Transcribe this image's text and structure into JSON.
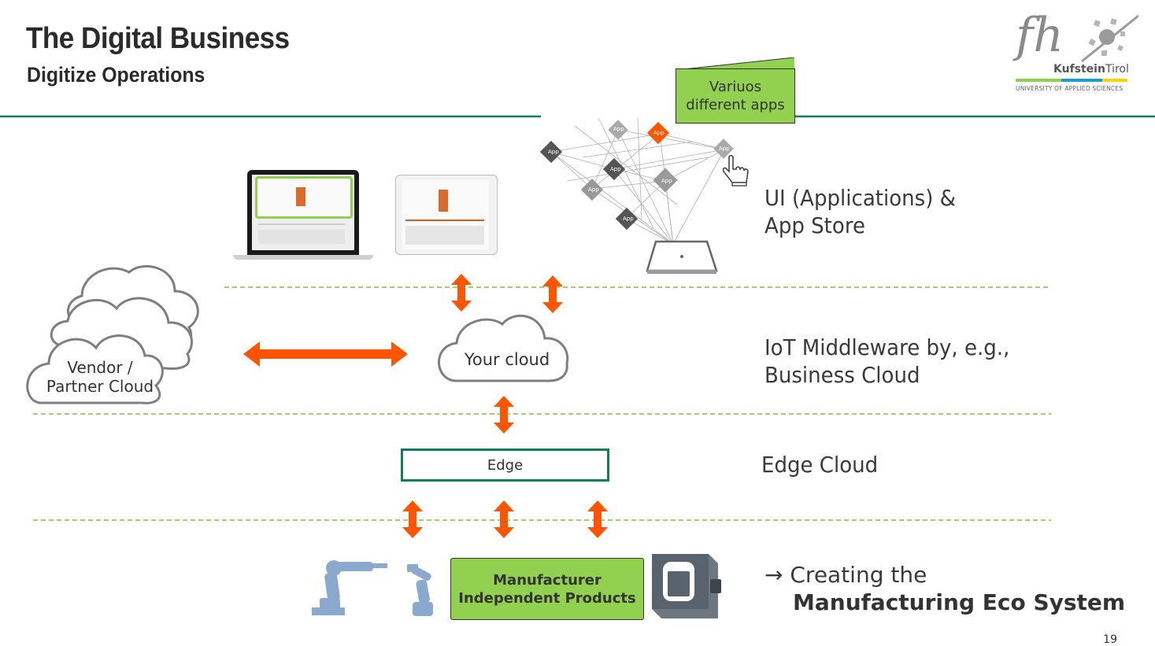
{
  "header": {
    "title": "The Digital Business",
    "subtitle": "Digitize Operations"
  },
  "logo": {
    "mark": "fh",
    "name_bold": "Kufstein",
    "name_regular": "Tirol",
    "tagline": "UNIVERSITY OF APPLIED SCIENCES"
  },
  "callout": {
    "line1": "Variuos",
    "line2": "different apps"
  },
  "app_badge_label": "App",
  "layers": {
    "ui": {
      "line1": "UI (Applications) &",
      "line2": "App Store"
    },
    "iot": {
      "line1": "IoT Middleware by, e.g.,",
      "line2": "Business Cloud"
    },
    "edge": "Edge Cloud",
    "eco": {
      "arrow": "→",
      "line1": "Creating the",
      "line2": "Manufacturing Eco System"
    }
  },
  "clouds": {
    "vendor": {
      "line1": "Vendor /",
      "line2": "Partner Cloud"
    },
    "yours": "Your cloud"
  },
  "edge_box": "Edge",
  "mip_box": {
    "line1": "Manufacturer",
    "line2": "Independent Products"
  },
  "page_number": "19",
  "colors": {
    "accent_green": "#92d050",
    "rule_green": "#0f7f55",
    "arrow_orange": "#ff5500",
    "dashed_line": "#8cbd3a",
    "device_blue": "#8ba9cc"
  },
  "icons": [
    "laptop-icon",
    "tablet-icon",
    "tablet-outline-icon",
    "pointer-hand-icon",
    "industrial-robot-icon",
    "robot-arm-icon",
    "machine-icon",
    "cloud-icon"
  ]
}
